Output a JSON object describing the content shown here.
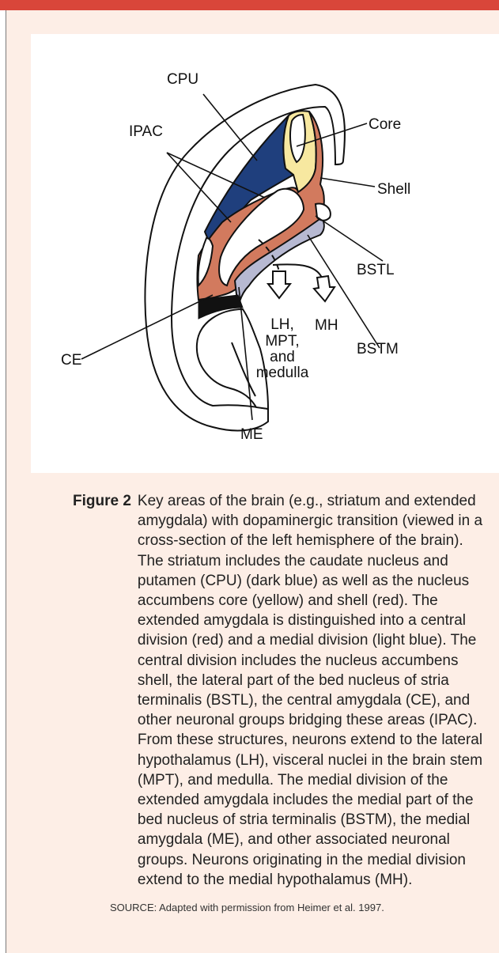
{
  "colors": {
    "accent_bar": "#d9463a",
    "panel_background": "#fdeee6",
    "cpu_dark_blue": "#1f3f7d",
    "core_yellow": "#f7e8a0",
    "shell_red": "#d27a5e",
    "medial_light_blue": "#b7b9d2",
    "ventricle_white": "#ffffff"
  },
  "diagram": {
    "labels": {
      "cpu": "CPU",
      "ipac": "IPAC",
      "core": "Core",
      "shell": "Shell",
      "bstl": "BSTL",
      "bstm": "BSTM",
      "ce": "CE",
      "me": "ME",
      "mh": "MH",
      "lh_lines": [
        "LH,",
        "MPT,",
        "and",
        "medulla"
      ]
    },
    "arrows": [
      {
        "target": "LH, MPT, and medulla",
        "style": "dashed"
      },
      {
        "target": "MH",
        "style": "solid"
      }
    ]
  },
  "caption": {
    "label": "Figure 2",
    "text": "Key areas of the brain (e.g., striatum and extended amygdala) with dopaminergic transition (viewed in a cross-section of the left hemisphere of the brain). The striatum includes the caudate nucleus and putamen (CPU) (dark blue) as well as the nucleus accumbens core (yellow) and shell (red). The extended amygdala is distinguished into a central division (red) and a medial division (light blue). The central division includes the nucleus accumbens shell, the lateral part of the bed nucleus of stria terminalis (BSTL), the central amygdala (CE), and other neuronal groups bridging these areas (IPAC). From these structures, neurons extend to the lateral hypothalamus (LH), visceral nuclei in the brain stem (MPT), and medulla. The medial division of the extended amygdala includes the medial part of the bed nucleus of stria terminalis (BSTM), the medial amygdala (ME), and other associated neuronal groups. Neurons originating in the medial division extend to the medial hypothalamus (MH)."
  },
  "source": "SOURCE: Adapted with permission from Heimer et al. 1997."
}
